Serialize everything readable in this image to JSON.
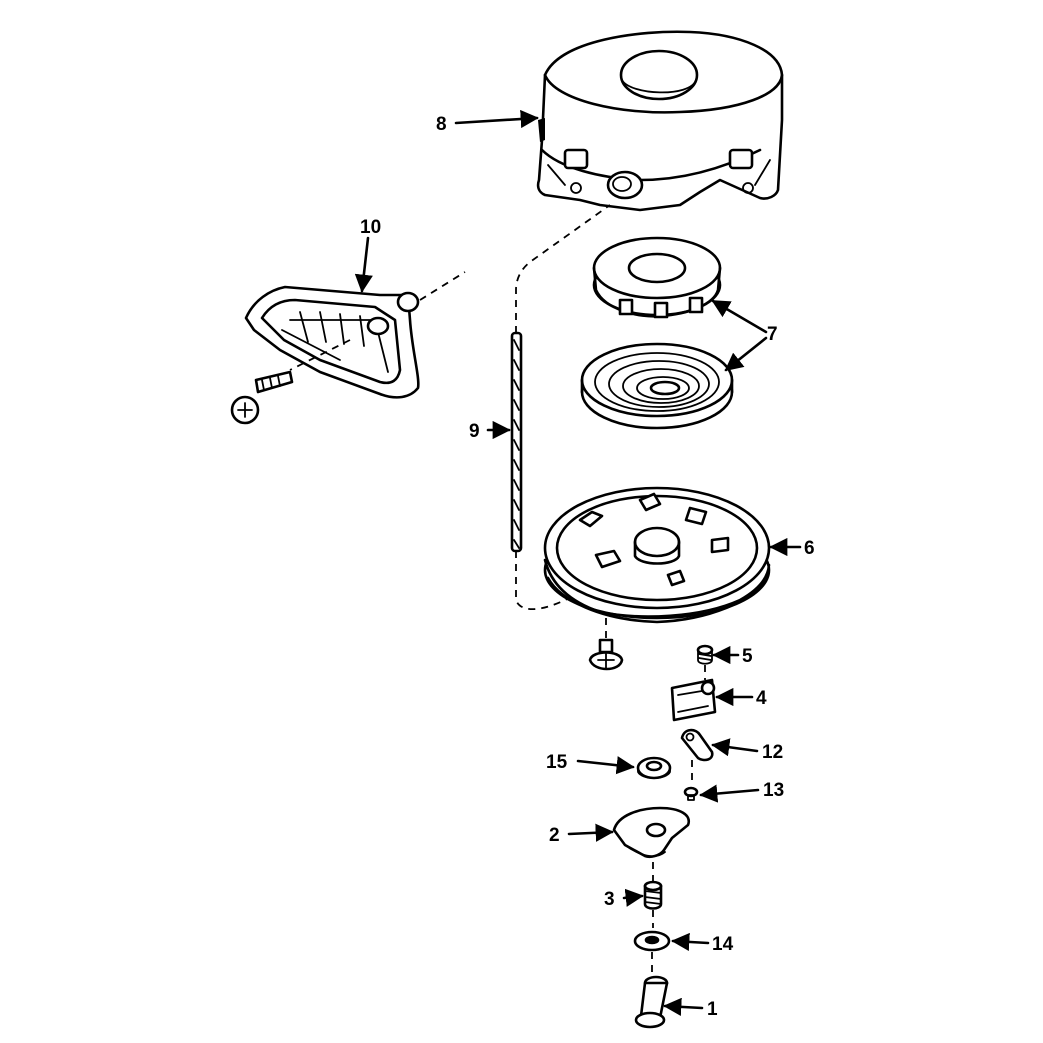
{
  "callouts": {
    "c1": "1",
    "c2": "2",
    "c3": "3",
    "c4": "4",
    "c5": "5",
    "c6": "6",
    "c7": "7",
    "c8": "8",
    "c9": "9",
    "c10": "10",
    "c12": "12",
    "c13": "13",
    "c14": "14",
    "c15": "15"
  }
}
